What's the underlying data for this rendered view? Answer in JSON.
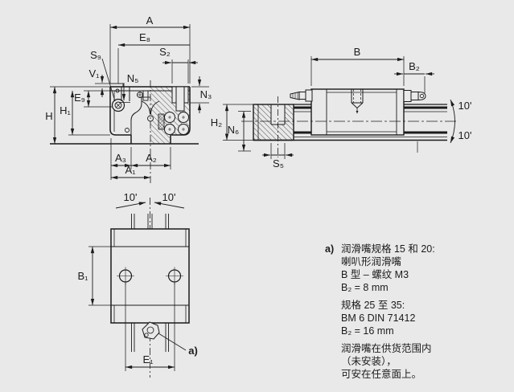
{
  "figure": {
    "type": "technical-drawing",
    "subject": "linear guide runner block and rail dimension drawing"
  },
  "colors": {
    "background": "#e9e9e9",
    "line": "#1b1b1b"
  },
  "dims": {
    "A": "A",
    "E8": "E₈",
    "S9": "S₉",
    "S2": "S₂",
    "V1": "V₁",
    "N5": "N₅",
    "N3": "N₃",
    "E9": "E₉",
    "H": "H",
    "H1": "H₁",
    "A3": "A₃",
    "A2": "A₂",
    "A1": "A₁",
    "B": "B",
    "B2": "B₂",
    "H2": "H₂",
    "N6": "N₆",
    "S5": "S₅",
    "B1": "B₁",
    "E1": "E₁",
    "angle": "10'",
    "ref": "a)"
  },
  "note": {
    "marker": "a)",
    "sections": [
      {
        "lines": [
          "润滑嘴规格 15 和 20:",
          "喇叭形润滑嘴",
          "B 型 – 螺纹 M3",
          "B₂ = 8 mm"
        ]
      },
      {
        "lines": [
          "规格 25 至 35:",
          "BM 6 DIN 71412",
          "B₂ = 16 mm"
        ]
      },
      {
        "lines": [
          "润滑嘴在供货范围内",
          "（未安装），",
          "可安在任意面上。"
        ]
      }
    ]
  }
}
